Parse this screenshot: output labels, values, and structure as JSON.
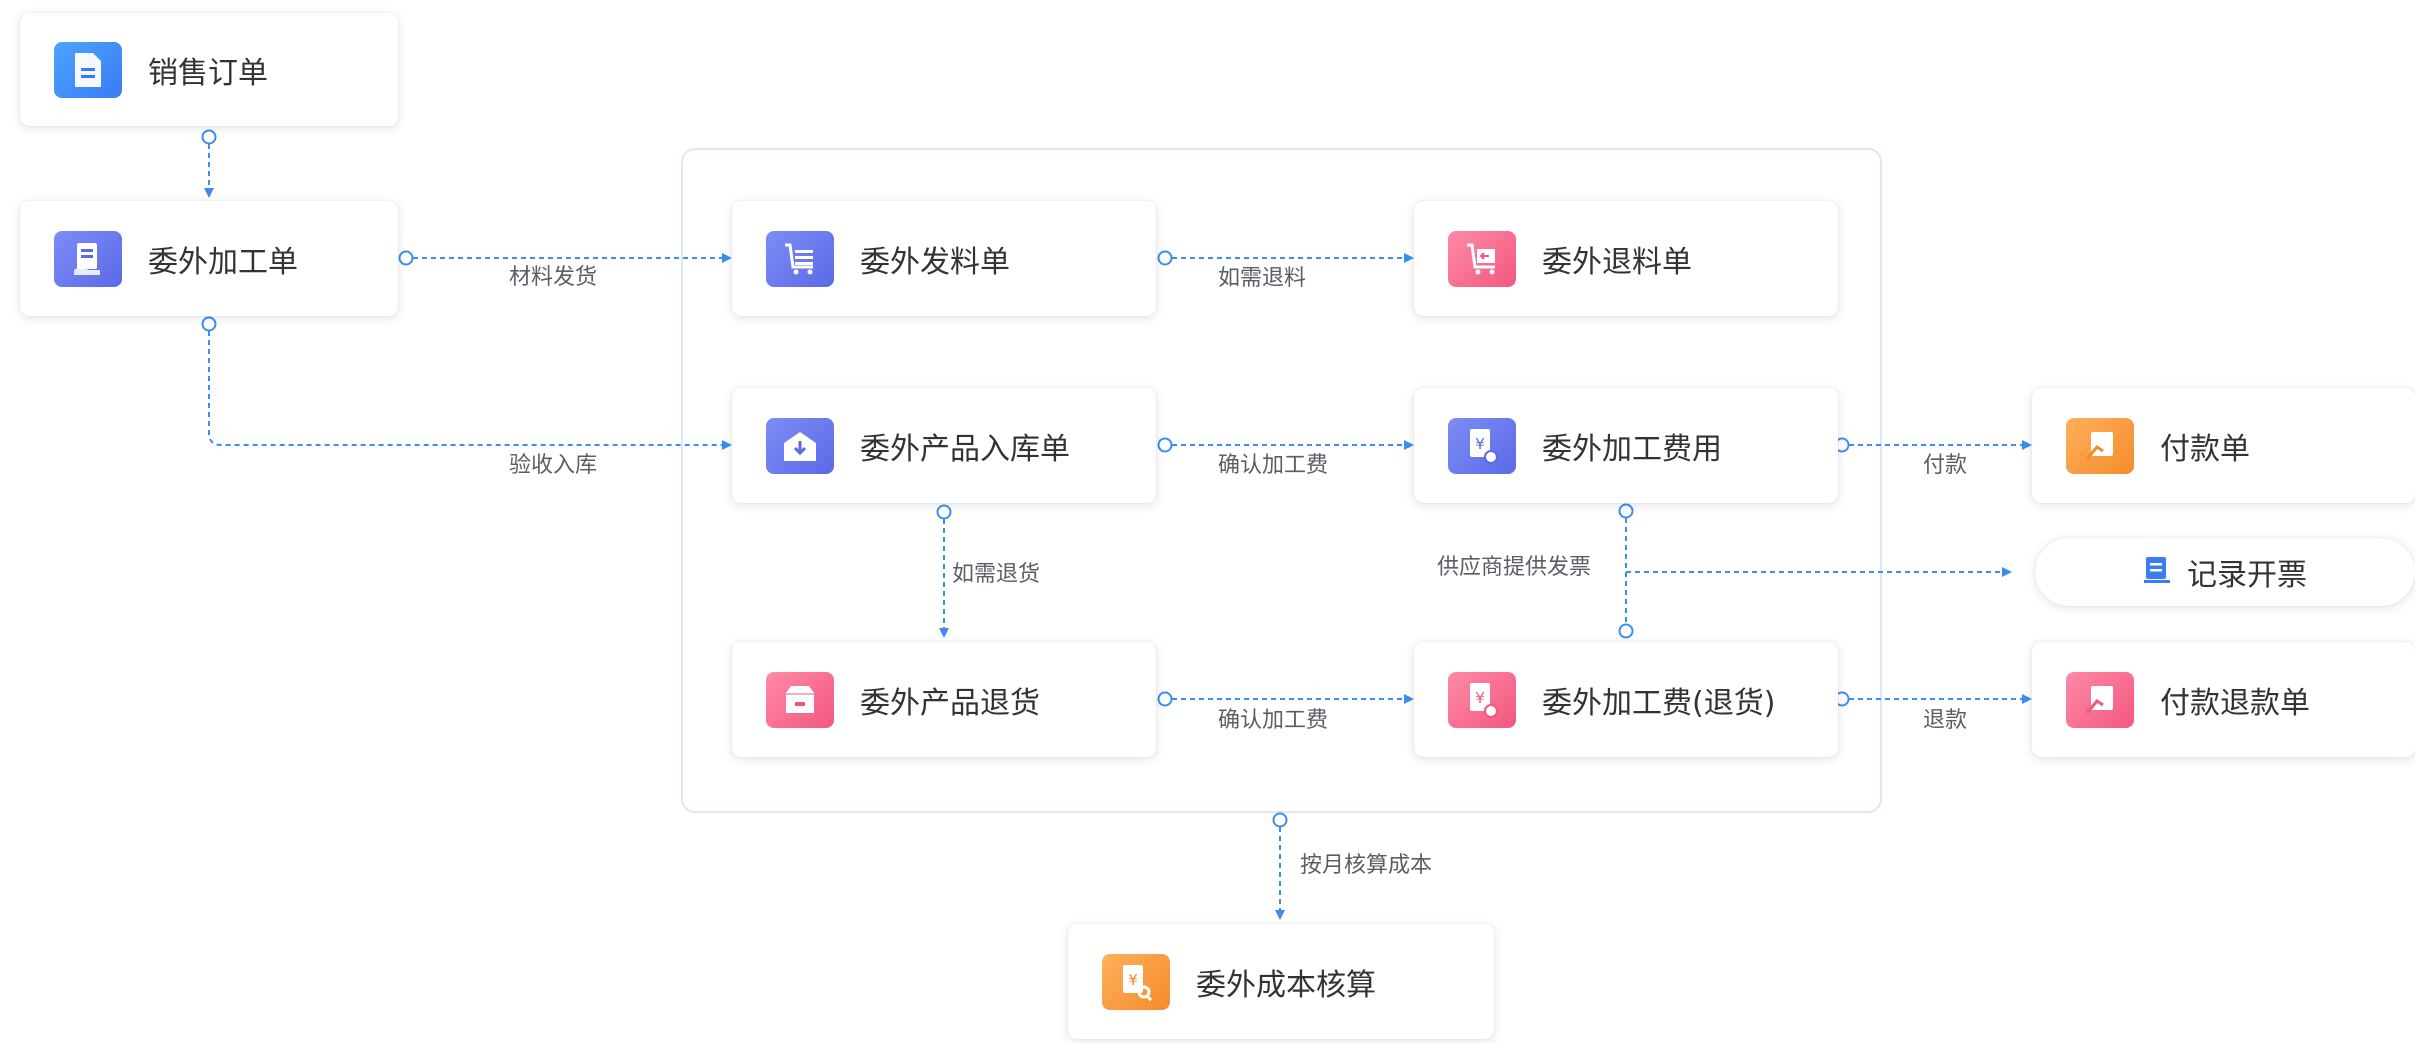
{
  "colors": {
    "edge": "#3b8ef0",
    "icon_blue": "#3a7cf3",
    "icon_purple": "#5a6ae6",
    "icon_pink": "#f2577f",
    "icon_orange": "#f58b2c"
  },
  "nodes": {
    "sales_order": {
      "label": "销售订单",
      "icon": "document-icon"
    },
    "outsourcing_order": {
      "label": "委外加工单",
      "icon": "hand-document-icon"
    },
    "material_issue": {
      "label": "委外发料单",
      "icon": "cart-list-icon"
    },
    "material_return": {
      "label": "委外退料单",
      "icon": "cart-return-icon"
    },
    "product_receipt": {
      "label": "委外产品入库单",
      "icon": "warehouse-icon"
    },
    "processing_fee": {
      "label": "委外加工费用",
      "icon": "yen-document-icon"
    },
    "payment": {
      "label": "付款单",
      "icon": "payment-hand-icon"
    },
    "invoice_record": {
      "label": "记录开票",
      "icon": "invoice-icon"
    },
    "product_return": {
      "label": "委外产品退货",
      "icon": "return-box-icon"
    },
    "processing_fee_return": {
      "label": "委外加工费(退货)",
      "icon": "yen-document-icon"
    },
    "payment_refund": {
      "label": "付款退款单",
      "icon": "refund-hand-icon"
    },
    "cost_accounting": {
      "label": "委外成本核算",
      "icon": "yen-search-icon"
    }
  },
  "edges": {
    "material_delivery": "材料发货",
    "return_if_needed_material": "如需退料",
    "inspection_storage": "验收入库",
    "confirm_fee_1": "确认加工费",
    "pay": "付款",
    "return_if_needed_goods": "如需退货",
    "supplier_invoice": "供应商提供发票",
    "confirm_fee_2": "确认加工费",
    "refund": "退款",
    "monthly_cost": "按月核算成本"
  }
}
